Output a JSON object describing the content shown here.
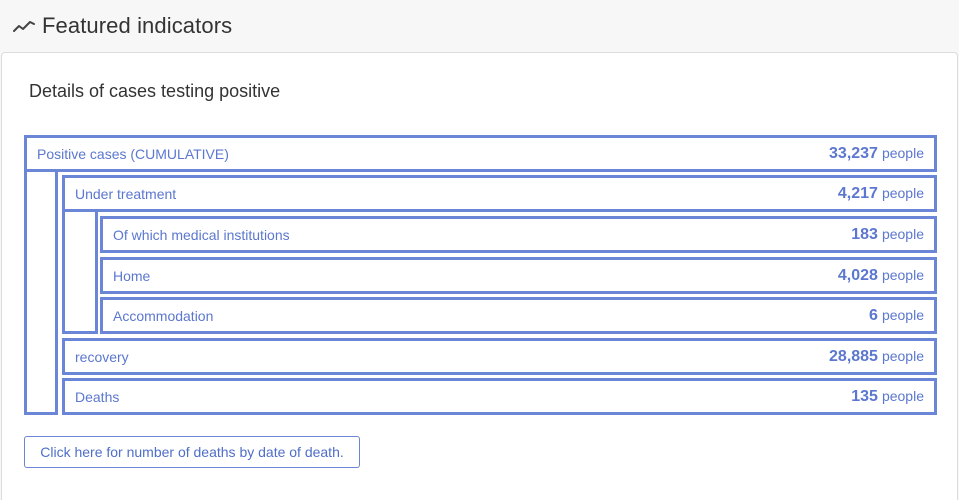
{
  "header": {
    "title": "Featured indicators",
    "icon": "trend-line-icon"
  },
  "card": {
    "title": "Details of cases testing positive",
    "rows": {
      "positive": {
        "label": "Positive cases (CUMULATIVE)",
        "value": "33,237",
        "unit": "people"
      },
      "under_treatment": {
        "label": "Under treatment",
        "value": "4,217",
        "unit": "people"
      },
      "medical": {
        "label": "Of which medical institutions",
        "value": "183",
        "unit": "people"
      },
      "home": {
        "label": "Home",
        "value": "4,028",
        "unit": "people"
      },
      "accommodation": {
        "label": "Accommodation",
        "value": "6",
        "unit": "people"
      },
      "recovery": {
        "label": "recovery",
        "value": "28,885",
        "unit": "people"
      },
      "deaths": {
        "label": "Deaths",
        "value": "135",
        "unit": "people"
      }
    },
    "link_button": "Click here for number of deaths by date of death."
  },
  "colors": {
    "accent": "#6b86d6",
    "text": "#5b77cf",
    "background": "#f7f7f8"
  }
}
